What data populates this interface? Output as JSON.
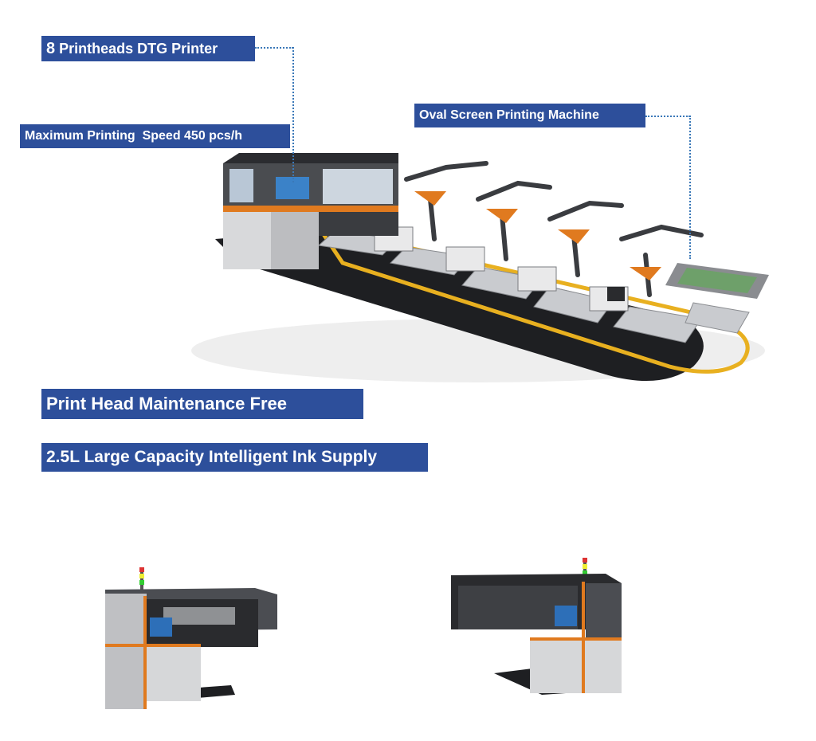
{
  "labels": {
    "printheads_number": "8",
    "printheads_text": "Printheads DTG Printer",
    "speed": "Maximum Printing  Speed 450 pcs/h",
    "oval": "Oval Screen Printing Machine",
    "maintenance": "Print Head Maintenance Free",
    "ink": "2.5L Large Capacity Intelligent Ink Supply"
  },
  "colors": {
    "label_bg": "#2d4f9b",
    "label_text": "#ffffff",
    "leader_line": "#3a78b8",
    "machine_orange": "#e07a1f",
    "machine_dark": "#3a3c40",
    "rail_yellow": "#e8b020"
  },
  "icons": {
    "main": "oval-screen-printing-line-illustration",
    "left": "dtg-printer-front-view",
    "right": "dtg-printer-rear-view"
  }
}
